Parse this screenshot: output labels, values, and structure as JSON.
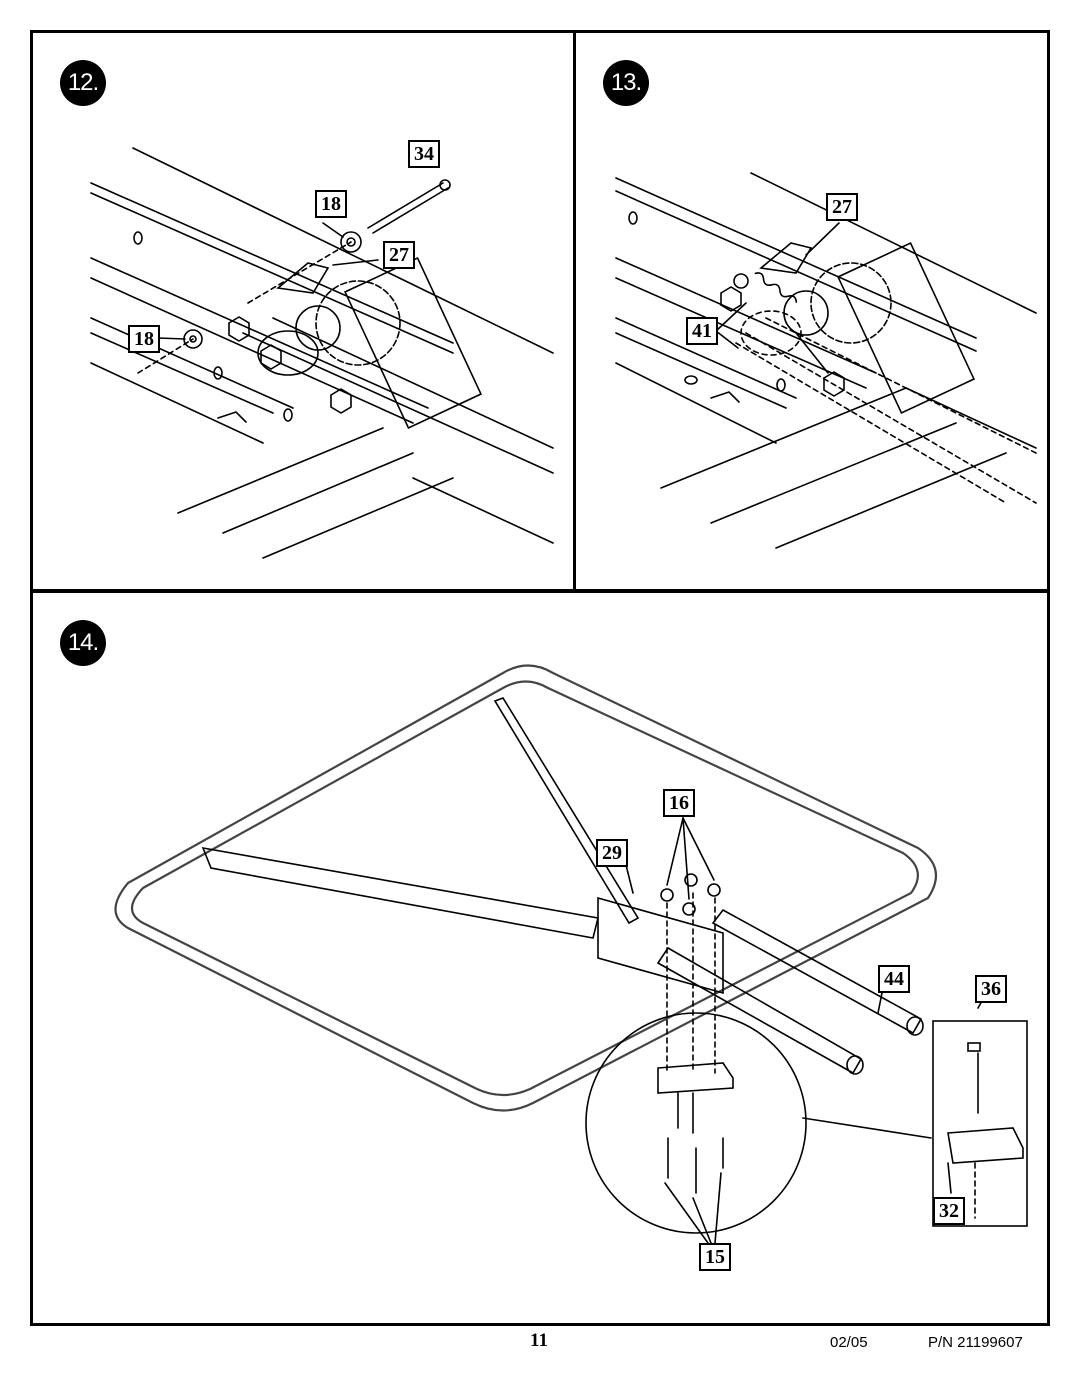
{
  "panels": [
    {
      "step": "12.",
      "callouts": [
        "34",
        "18",
        "27",
        "18"
      ]
    },
    {
      "step": "13.",
      "callouts": [
        "27",
        "41"
      ]
    },
    {
      "step": "14.",
      "callouts": [
        "16",
        "29",
        "44",
        "36",
        "32",
        "15"
      ]
    }
  ],
  "footer": {
    "page_number": "11",
    "date": "02/05",
    "part_number": "P/N 21199607"
  }
}
